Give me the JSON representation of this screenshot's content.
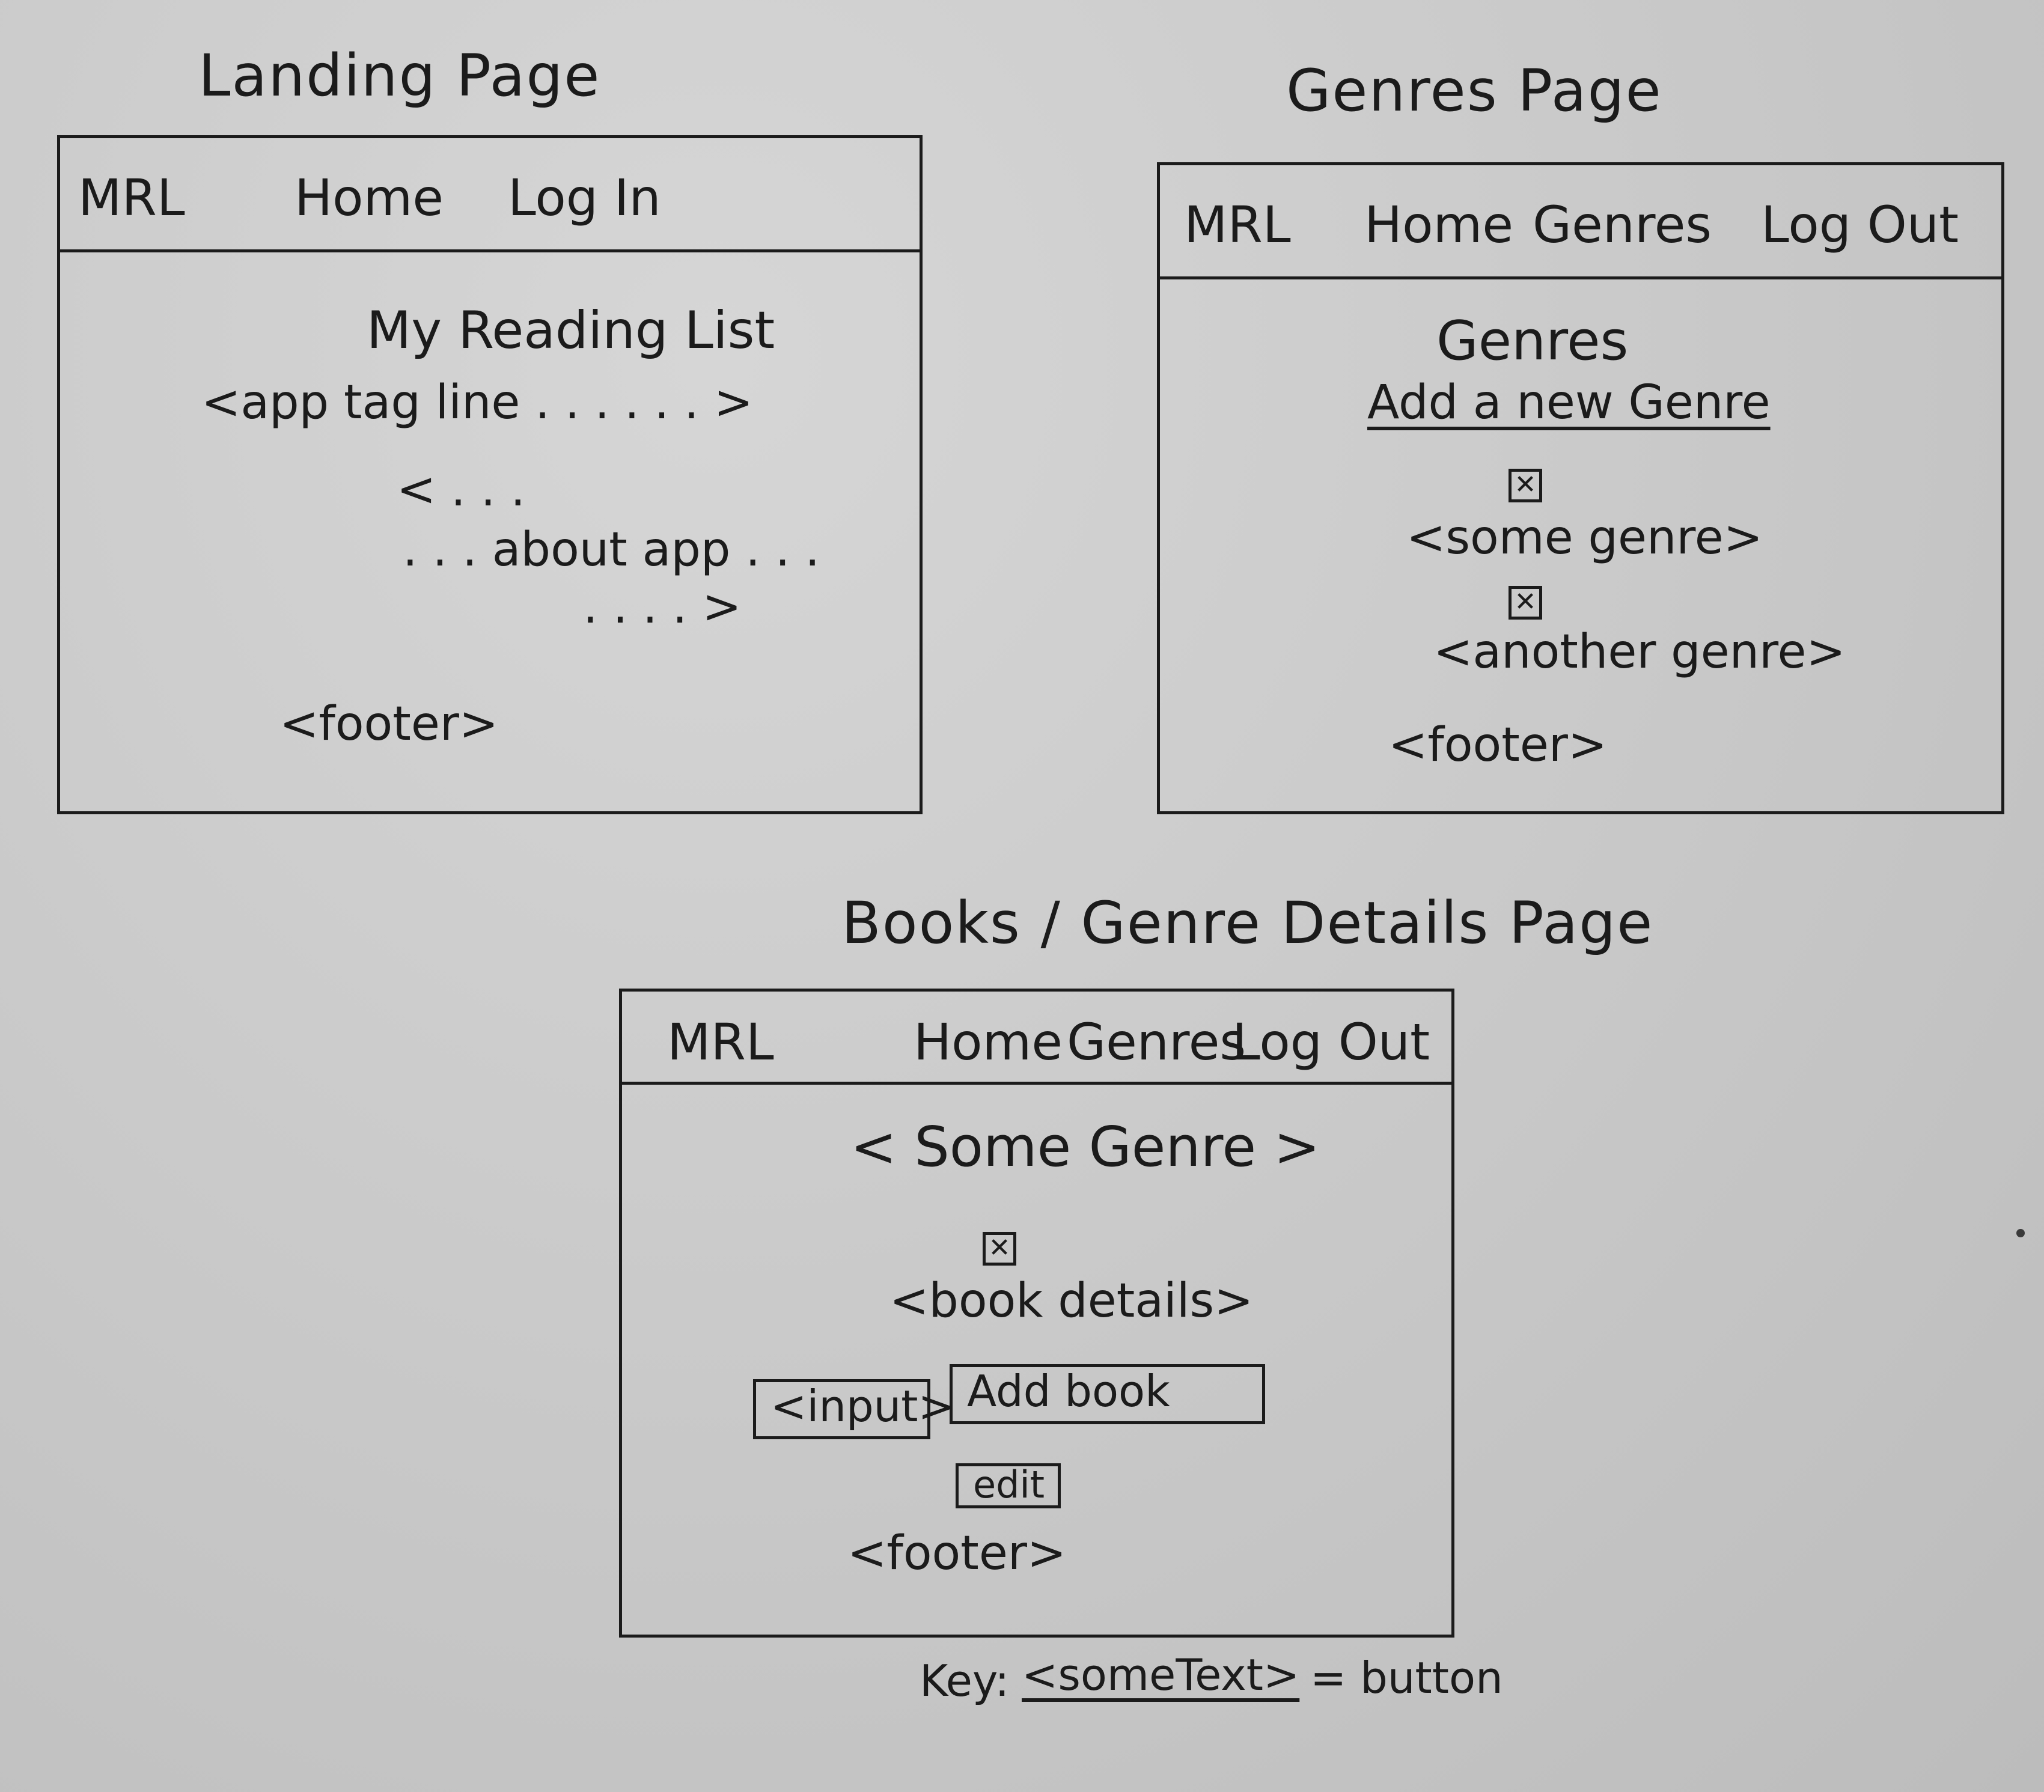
{
  "landing": {
    "heading": "Landing Page",
    "nav": {
      "logo": "MRL",
      "home": "Home",
      "login": "Log In"
    },
    "app_title": "My Reading List",
    "tagline": "<app tag line . . . . . . >",
    "about_line1": "< . . .",
    "about_line2": ". . . about app . . .",
    "about_line3": ". . . . >",
    "footer": "<footer>"
  },
  "genres": {
    "heading": "Genres Page",
    "nav": {
      "logo": "MRL",
      "home": "Home",
      "genres": "Genres",
      "logout": "Log Out"
    },
    "title": "Genres",
    "add_link": "Add a new Genre",
    "items": [
      {
        "icon": "x-checkbox-icon",
        "label": "<some genre>"
      },
      {
        "icon": "x-checkbox-icon",
        "label": "<another genre>"
      }
    ],
    "footer": "<footer>"
  },
  "details": {
    "heading": "Books / Genre Details Page",
    "nav": {
      "logo": "MRL",
      "home": "Home",
      "genres": "Genres",
      "logout": "Log Out"
    },
    "title": "< Some Genre >",
    "book_icon": "x-checkbox-icon",
    "book": "<book details>",
    "input": "<input>",
    "add_button": "Add book",
    "edit_button": "edit",
    "footer": "<footer>"
  },
  "key": {
    "prefix": "Key:",
    "sample": "<someText>",
    "meaning": "= button"
  },
  "icons": {
    "delete": "x-checkbox-icon",
    "glyph": "✕"
  }
}
